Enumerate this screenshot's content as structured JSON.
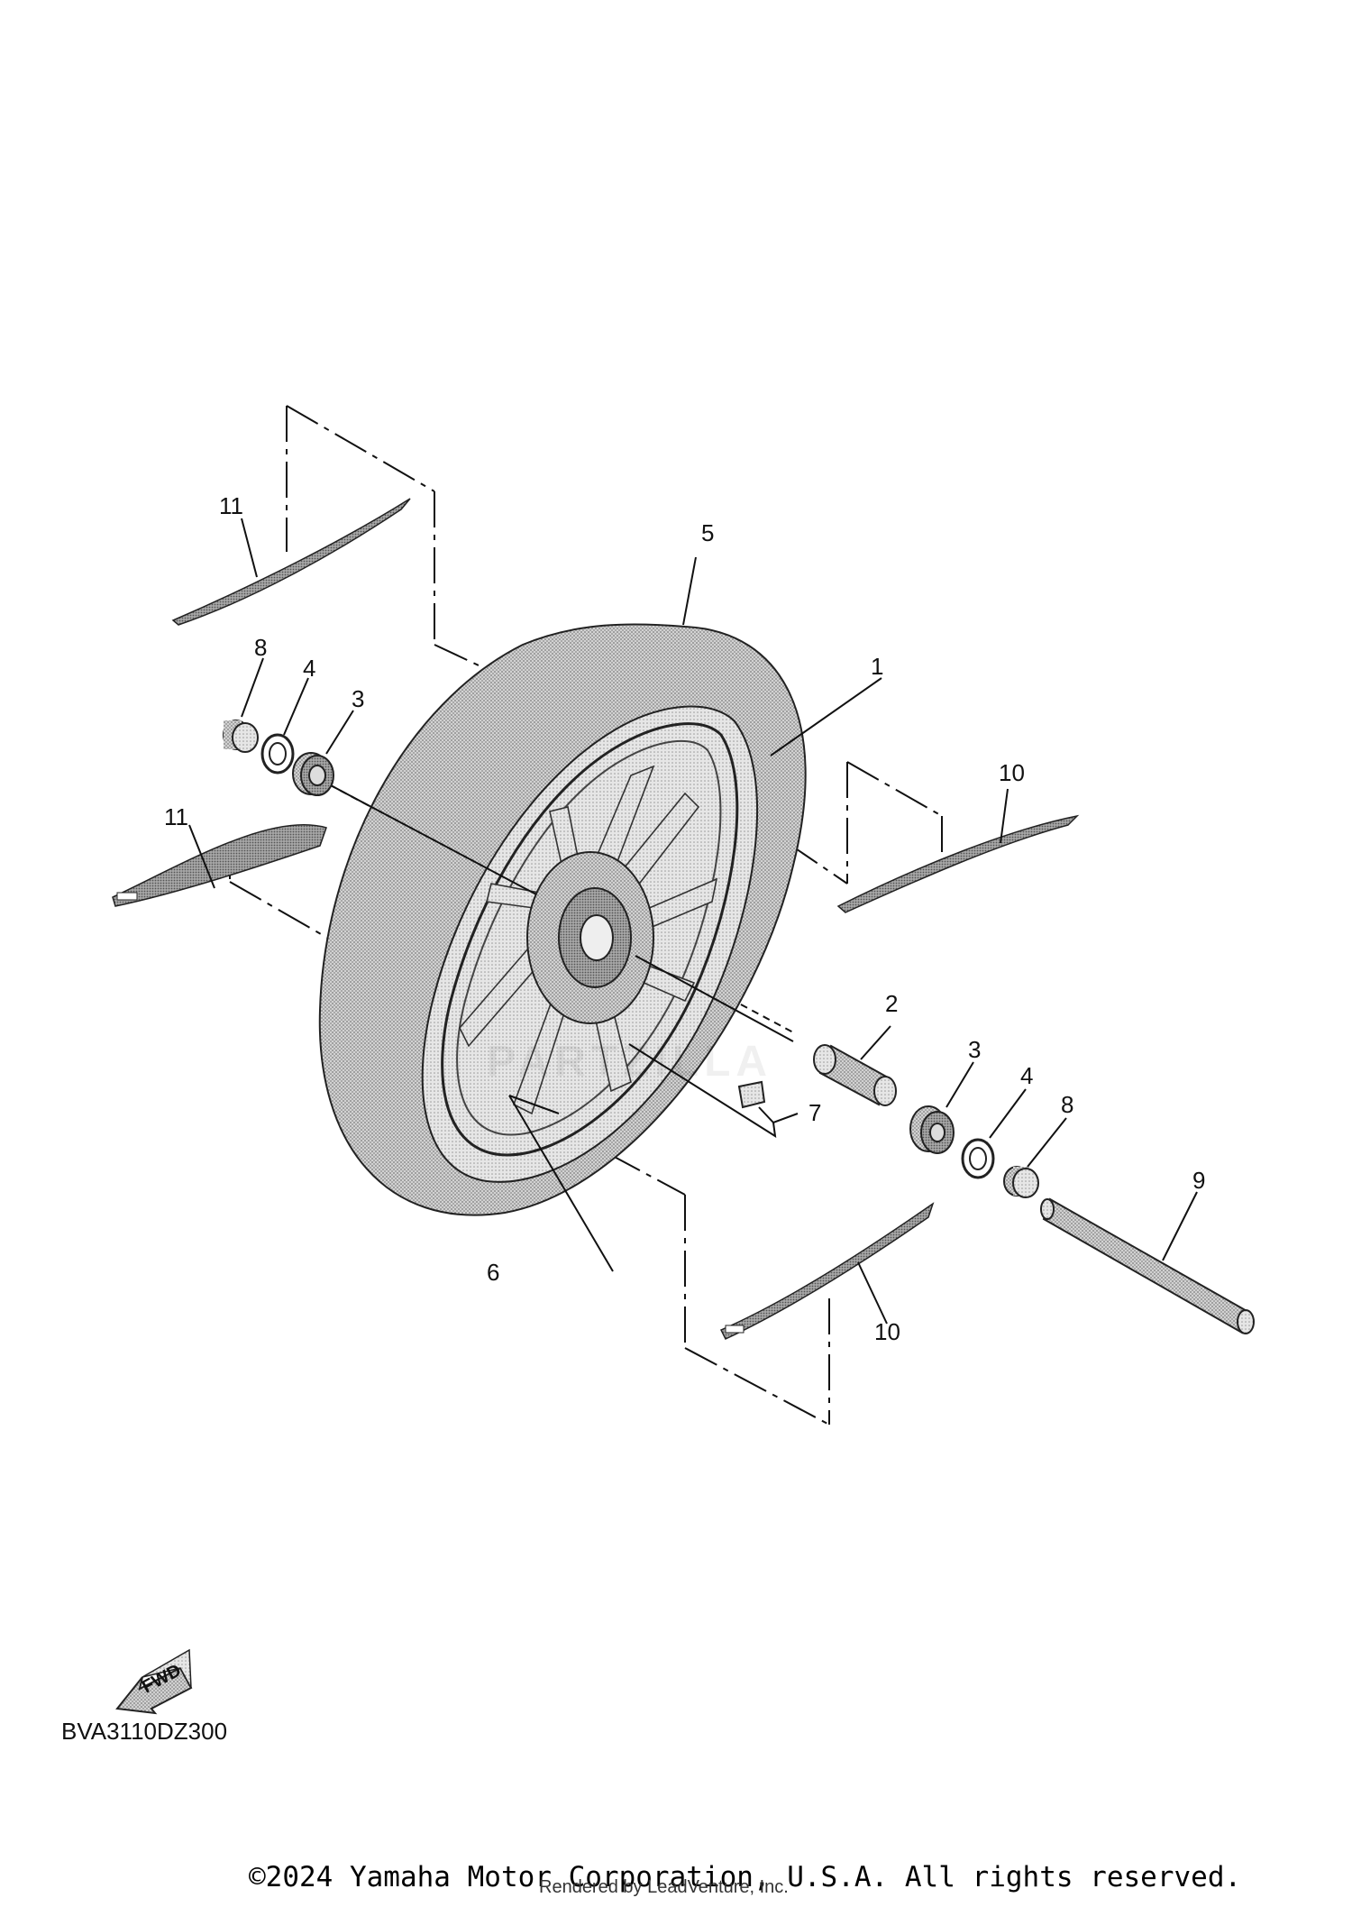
{
  "diagram": {
    "callouts": {
      "c1": "1",
      "c2": "2",
      "c3a": "3",
      "c3b": "3",
      "c4a": "4",
      "c4b": "4",
      "c5": "5",
      "c6": "6",
      "c7": "7",
      "c8a": "8",
      "c8b": "8",
      "c9": "9",
      "c10a": "10",
      "c10b": "10",
      "c11a": "11",
      "c11b": "11"
    },
    "fwd_label": "FWD",
    "code": "BVA3110DZ300",
    "watermark": "PARTZILLA"
  },
  "footer": {
    "copyright": "©2024 Yamaha Motor Corporation, U.S.A. All rights reserved.",
    "rendered_by": "Rendered by LeadVenture, Inc."
  },
  "colors": {
    "line": "#111111",
    "tire_fill": "#b8b8b8",
    "part_fill": "#c8c8c8"
  }
}
